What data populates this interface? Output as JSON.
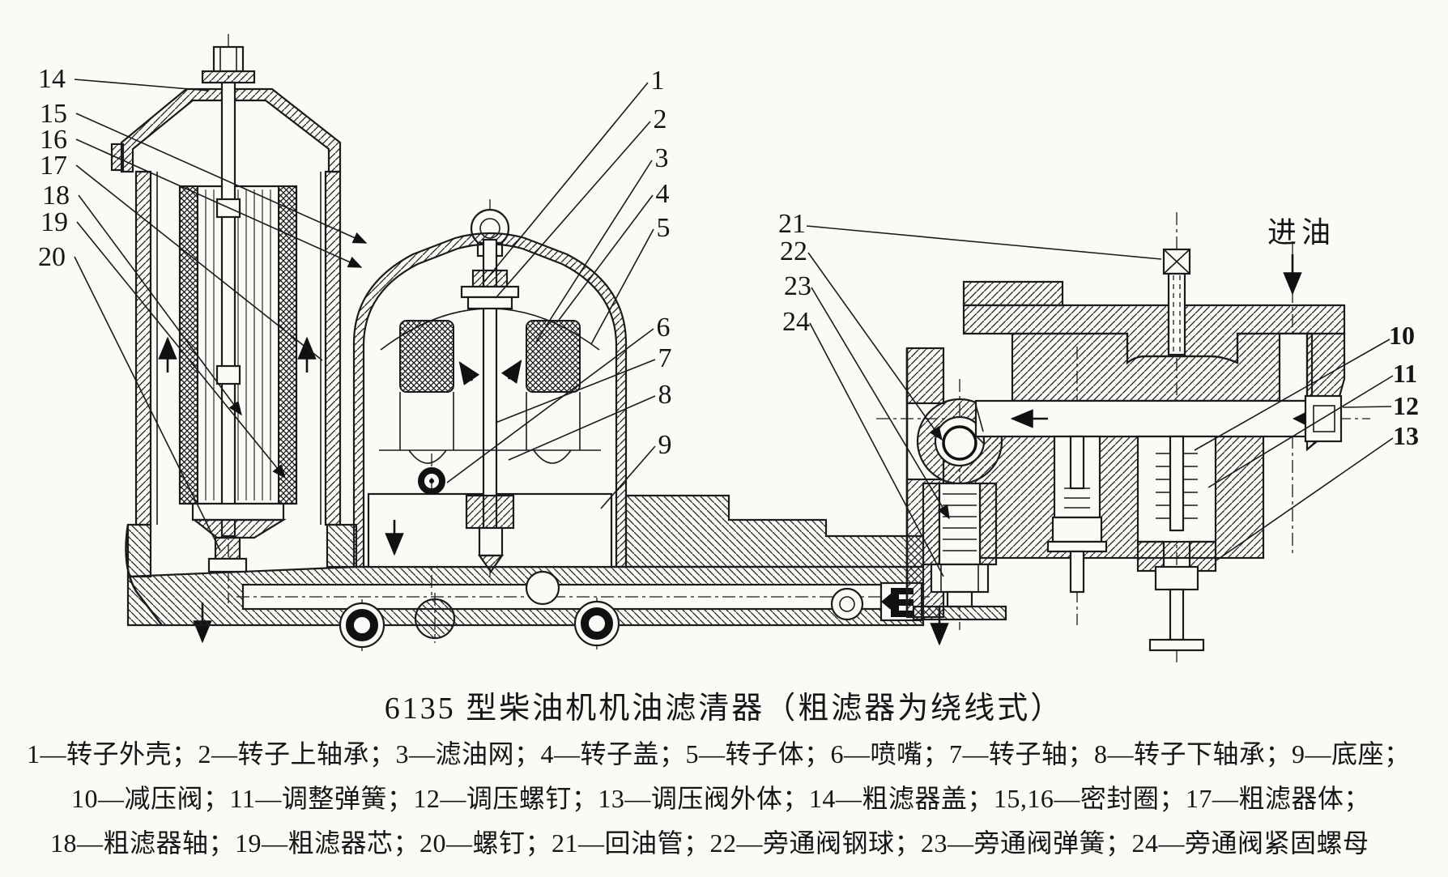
{
  "figure": {
    "caption": "6135 型柴油机机油滤清器（粗滤器为绕线式）",
    "inlet_label": "进油"
  },
  "legend_lines": [
    "1—转子外壳；2—转子上轴承；3—滤油网；4—转子盖；5—转子体；6—喷嘴；7—转子轴；8—转子下轴承；9—底座；",
    "10—减压阀；11—调整弹簧；12—调压螺钉；13—调压阀外体；14—粗滤器盖；15,16—密封圈；17—粗滤器体；",
    "18—粗滤器轴；19—粗滤器芯；20—螺钉；21—回油管；22—旁通阀钢球；23—旁通阀弹簧；24—旁通阀紧固螺母"
  ],
  "parts": [
    {
      "num": "1",
      "name": "转子外壳"
    },
    {
      "num": "2",
      "name": "转子上轴承"
    },
    {
      "num": "3",
      "name": "滤油网"
    },
    {
      "num": "4",
      "name": "转子盖"
    },
    {
      "num": "5",
      "name": "转子体"
    },
    {
      "num": "6",
      "name": "喷嘴"
    },
    {
      "num": "7",
      "name": "转子轴"
    },
    {
      "num": "8",
      "name": "转子下轴承"
    },
    {
      "num": "9",
      "name": "底座"
    },
    {
      "num": "10",
      "name": "减压阀"
    },
    {
      "num": "11",
      "name": "调整弹簧"
    },
    {
      "num": "12",
      "name": "调压螺钉"
    },
    {
      "num": "13",
      "name": "调压阀外体"
    },
    {
      "num": "14",
      "name": "粗滤器盖"
    },
    {
      "num": "15,16",
      "name": "密封圈"
    },
    {
      "num": "17",
      "name": "粗滤器体"
    },
    {
      "num": "18",
      "name": "粗滤器轴"
    },
    {
      "num": "19",
      "name": "粗滤器芯"
    },
    {
      "num": "20",
      "name": "螺钉"
    },
    {
      "num": "21",
      "name": "回油管"
    },
    {
      "num": "22",
      "name": "旁通阀钢球"
    },
    {
      "num": "23",
      "name": "旁通阀弹簧"
    },
    {
      "num": "24",
      "name": "旁通阀紧固螺母"
    }
  ],
  "callouts": {
    "c1": "1",
    "c2": "2",
    "c3": "3",
    "c4": "4",
    "c5": "5",
    "c6": "6",
    "c7": "7",
    "c8": "8",
    "c9": "9",
    "c10": "10",
    "c11": "11",
    "c12": "12",
    "c13": "13",
    "c14": "14",
    "c15": "15",
    "c16": "16",
    "c17": "17",
    "c18": "18",
    "c19": "19",
    "c20": "20",
    "c21": "21",
    "c22": "22",
    "c23": "23",
    "c24": "24"
  },
  "colors": {
    "ink": "#1b1b1b",
    "paper": "#fbfaf6"
  }
}
